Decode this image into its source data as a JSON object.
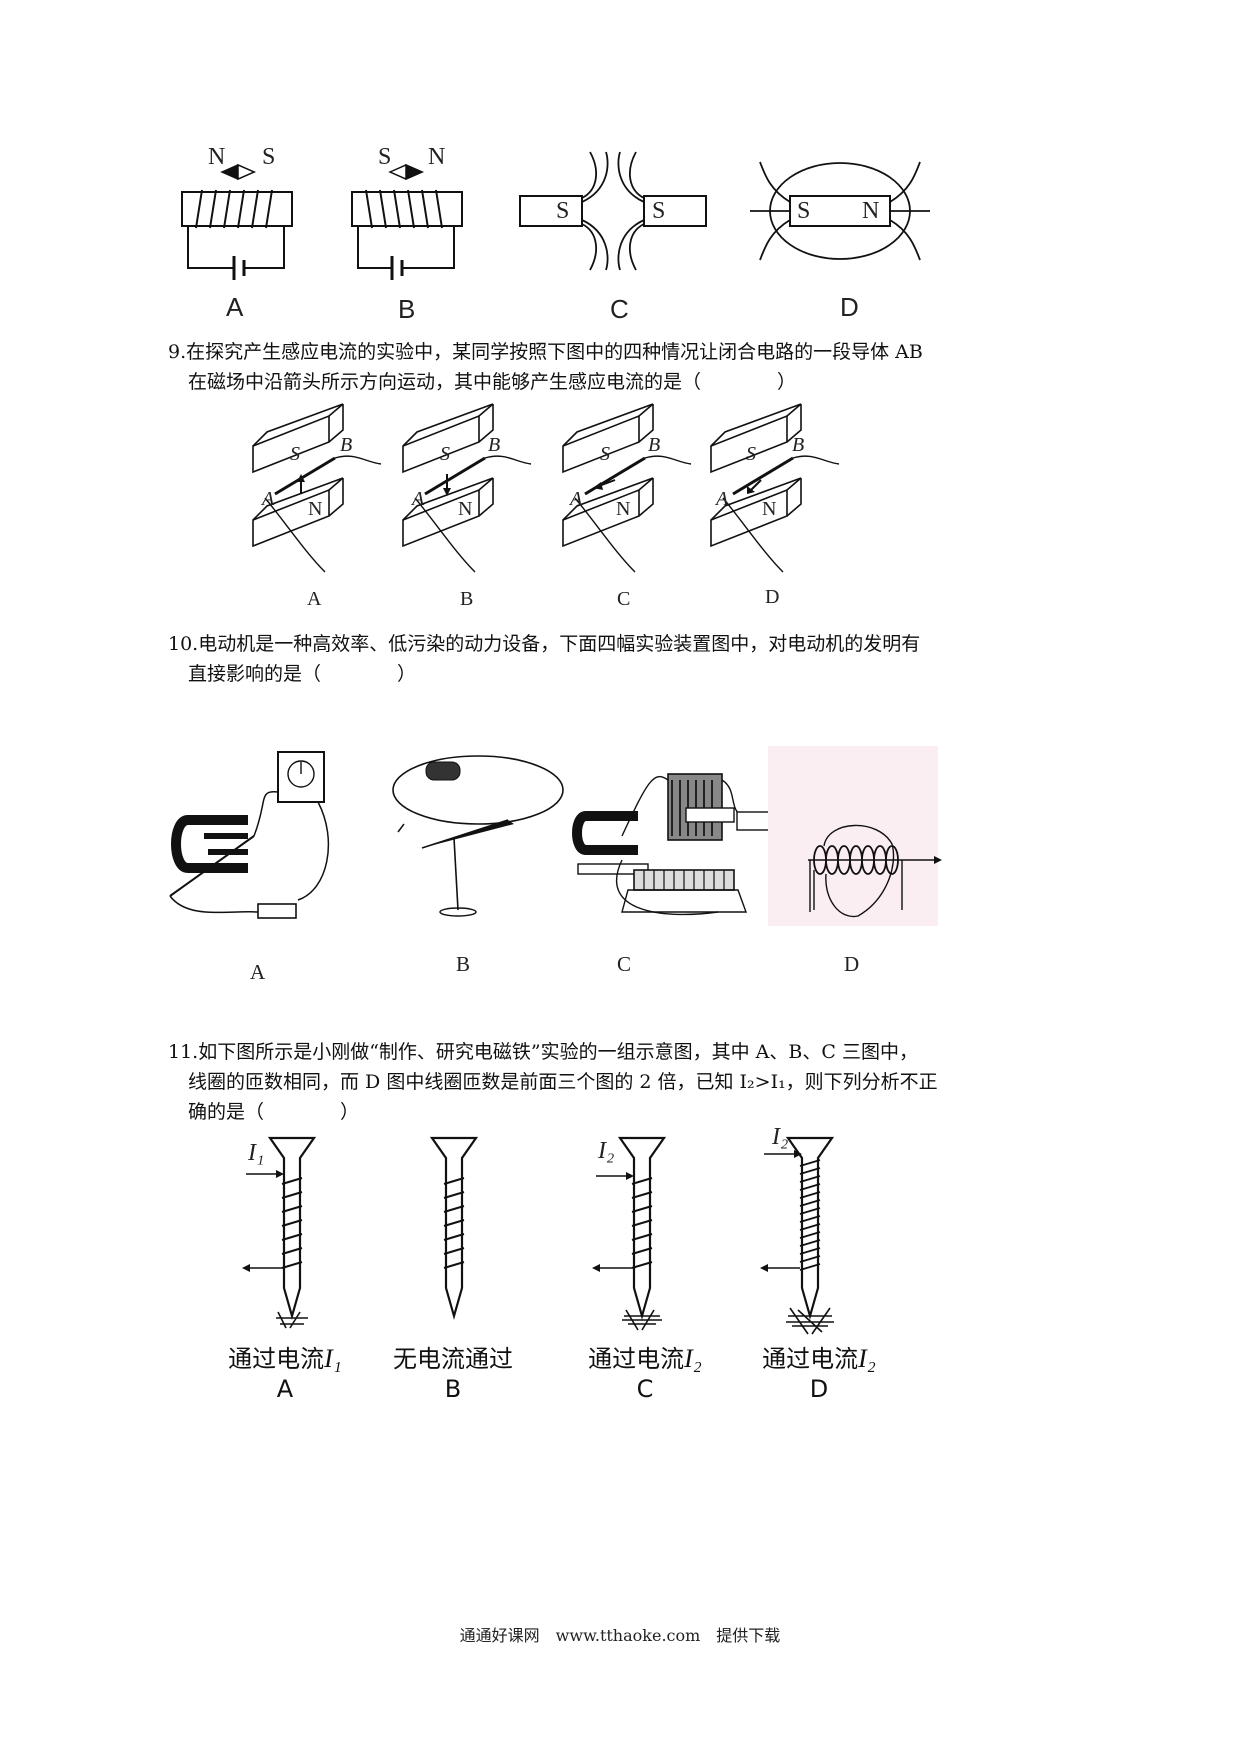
{
  "fig_q8": {
    "labels": [
      "A",
      "B",
      "C",
      "D"
    ],
    "compass_a": {
      "left": "N",
      "right": "S"
    },
    "compass_b": {
      "left": "S",
      "right": "N"
    },
    "magnet_c": {
      "left": "S",
      "right": "S"
    },
    "magnet_d": {
      "left": "S",
      "right": "N"
    }
  },
  "q9": {
    "line1": "9.在探究产生感应电流的实验中，某同学按照下图中的四种情况让闭合电路的一段导体 AB",
    "line2": "在磁场中沿箭头所示方向运动，其中能够产生感应电流的是（　　　　）",
    "labels": [
      "A",
      "B",
      "C",
      "D"
    ],
    "pole_top": "S",
    "pole_bottom": "N",
    "end_a": "A",
    "end_b": "B"
  },
  "q10": {
    "line1": "10.电动机是一种高效率、低污染的动力设备，下面四幅实验装置图中，对电动机的发明有",
    "line2": "直接影响的是（　　　　）",
    "labels": [
      "A",
      "B",
      "C",
      "D"
    ]
  },
  "q11": {
    "line1": "11.如下图所示是小刚做“制作、研究电磁铁”实验的一组示意图，其中 A、B、C 三图中，",
    "line2": "线圈的匝数相同，而 D 图中线圈匝数是前面三个图的 2 倍，已知 I₂>I₁，则下列分析不正",
    "line3": "确的是（　　　　）",
    "captions": [
      {
        "text": "通过电流",
        "sym": "I₁",
        "label": "A",
        "arrow": "I₁"
      },
      {
        "text": "无电流通过",
        "sym": "",
        "label": "B",
        "arrow": ""
      },
      {
        "text": "通过电流",
        "sym": "I₂",
        "label": "C",
        "arrow": "I₂"
      },
      {
        "text": "通过电流",
        "sym": "I₂",
        "label": "D",
        "arrow": "I₂"
      }
    ]
  },
  "footer": "通通好课网　www.tthaoke.com　提供下载"
}
